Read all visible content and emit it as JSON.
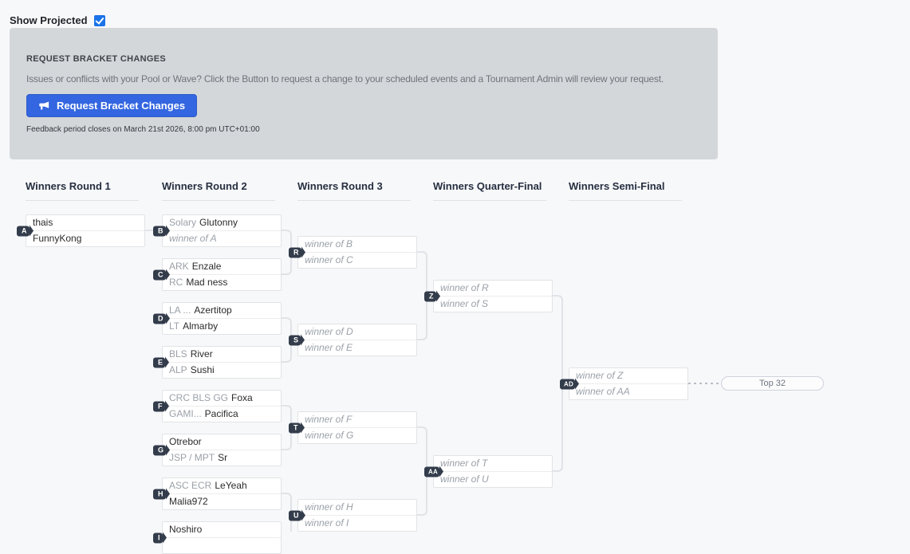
{
  "top_bar": {
    "show_projected_label": "Show Projected",
    "show_projected_checked": true
  },
  "request_panel": {
    "title": "REQUEST BRACKET CHANGES",
    "description": "Issues or conflicts with your Pool or Wave? Click the Button to request a change to your scheduled events and a Tournament Admin will review your request.",
    "button_label": "Request Bracket Changes",
    "button_icon": "megaphone-icon",
    "feedback_note": "Feedback period closes on March 21st 2026, 8:00 pm UTC+01:00"
  },
  "bracket": {
    "round_headers": [
      "Winners Round 1",
      "Winners Round 2",
      "Winners Round 3",
      "Winners Quarter-Final",
      "Winners Semi-Final"
    ],
    "matches": [
      {
        "id": "A",
        "round": "Winners Round 1",
        "slots": [
          {
            "prefix": "",
            "name": "thais"
          },
          {
            "prefix": "",
            "name": "FunnyKong"
          }
        ]
      },
      {
        "id": "B",
        "round": "Winners Round 2",
        "slots": [
          {
            "prefix": "Solary",
            "name": "Glutonny"
          },
          {
            "placeholder": "winner of A"
          }
        ]
      },
      {
        "id": "C",
        "round": "Winners Round 2",
        "slots": [
          {
            "prefix": "ARK",
            "name": "Enzale"
          },
          {
            "prefix": "RC",
            "name": "Mad ness"
          }
        ]
      },
      {
        "id": "D",
        "round": "Winners Round 2",
        "slots": [
          {
            "prefix": "LA ...",
            "name": "Azertitop"
          },
          {
            "prefix": "LT",
            "name": "Almarby"
          }
        ]
      },
      {
        "id": "E",
        "round": "Winners Round 2",
        "slots": [
          {
            "prefix": "BLS",
            "name": "River"
          },
          {
            "prefix": "ALP",
            "name": "Sushi"
          }
        ]
      },
      {
        "id": "F",
        "round": "Winners Round 2",
        "slots": [
          {
            "prefix": "CRC BLS GG",
            "name": "Foxa"
          },
          {
            "prefix": "GAMI...",
            "name": "Pacifica"
          }
        ]
      },
      {
        "id": "G",
        "round": "Winners Round 2",
        "slots": [
          {
            "prefix": "",
            "name": "Otrebor"
          },
          {
            "prefix": "JSP / MPT",
            "name": "Sr"
          }
        ]
      },
      {
        "id": "H",
        "round": "Winners Round 2",
        "slots": [
          {
            "prefix": "ASC ECR",
            "name": "LeYeah"
          },
          {
            "prefix": "",
            "name": "Malia972"
          }
        ]
      },
      {
        "id": "I",
        "round": "Winners Round 2",
        "slots": [
          {
            "prefix": "",
            "name": "Noshiro"
          },
          {
            "prefix": "",
            "name": ""
          }
        ]
      },
      {
        "id": "R",
        "round": "Winners Round 3",
        "slots": [
          {
            "placeholder": "winner of B"
          },
          {
            "placeholder": "winner of C"
          }
        ]
      },
      {
        "id": "S",
        "round": "Winners Round 3",
        "slots": [
          {
            "placeholder": "winner of D"
          },
          {
            "placeholder": "winner of E"
          }
        ]
      },
      {
        "id": "T",
        "round": "Winners Round 3",
        "slots": [
          {
            "placeholder": "winner of F"
          },
          {
            "placeholder": "winner of G"
          }
        ]
      },
      {
        "id": "U",
        "round": "Winners Round 3",
        "slots": [
          {
            "placeholder": "winner of H"
          },
          {
            "placeholder": "winner of I"
          }
        ]
      },
      {
        "id": "Z",
        "round": "Winners Quarter-Final",
        "slots": [
          {
            "placeholder": "winner of R"
          },
          {
            "placeholder": "winner of S"
          }
        ]
      },
      {
        "id": "AA",
        "round": "Winners Quarter-Final",
        "slots": [
          {
            "placeholder": "winner of T"
          },
          {
            "placeholder": "winner of U"
          }
        ]
      },
      {
        "id": "AD",
        "round": "Winners Semi-Final",
        "slots": [
          {
            "placeholder": "winner of Z"
          },
          {
            "placeholder": "winner of AA"
          }
        ]
      }
    ],
    "final_placement_label": "Top 32"
  },
  "colors": {
    "accent_blue": "#3366e0",
    "checkbox_blue": "#1a73e8",
    "badge_dark": "#333c4b",
    "panel_gray": "#d4d7da",
    "background": "#f7f8fa",
    "connector_gray": "#e0e3e7"
  }
}
